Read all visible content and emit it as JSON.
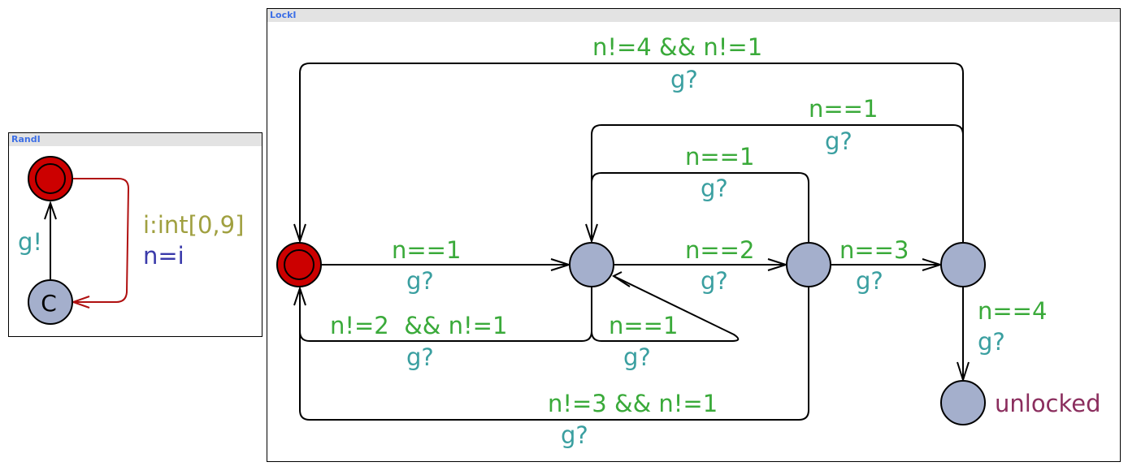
{
  "panels": {
    "rand": {
      "title": "RandI"
    },
    "lock": {
      "title": "LockI"
    }
  },
  "rand": {
    "committed_marker": "C",
    "edge_sync": "g!",
    "edge_select": "i:int[0,9]",
    "edge_assign": "n=i"
  },
  "lock": {
    "edges": {
      "e01": {
        "guard": "n==1",
        "sync": "g?"
      },
      "e12": {
        "guard": "n==2",
        "sync": "g?"
      },
      "e23": {
        "guard": "n==3",
        "sync": "g?"
      },
      "e34": {
        "guard": "n==4",
        "sync": "g?"
      },
      "e1back": {
        "guard": "n!=2  && n!=1",
        "sync": "g?"
      },
      "e1self": {
        "guard": "n==1",
        "sync": "g?"
      },
      "e2to1": {
        "guard": "n==1",
        "sync": "g?"
      },
      "e3to1": {
        "guard": "n==1",
        "sync": "g?"
      },
      "e2back": {
        "guard": "n!=3 && n!=1",
        "sync": "g?"
      },
      "e3back": {
        "guard": "n!=4 && n!=1",
        "sync": "g?"
      }
    },
    "final_location": "unlocked"
  },
  "colors": {
    "guard": "#3aaa3a",
    "sync": "#3a9fa0",
    "select": "#a0a040",
    "assign": "#3a3aaa",
    "location_name": "#8b2e5e",
    "location_fill": "#a4afcc",
    "initial_fill": "#cc0000",
    "header_text": "#3d6fe6"
  }
}
